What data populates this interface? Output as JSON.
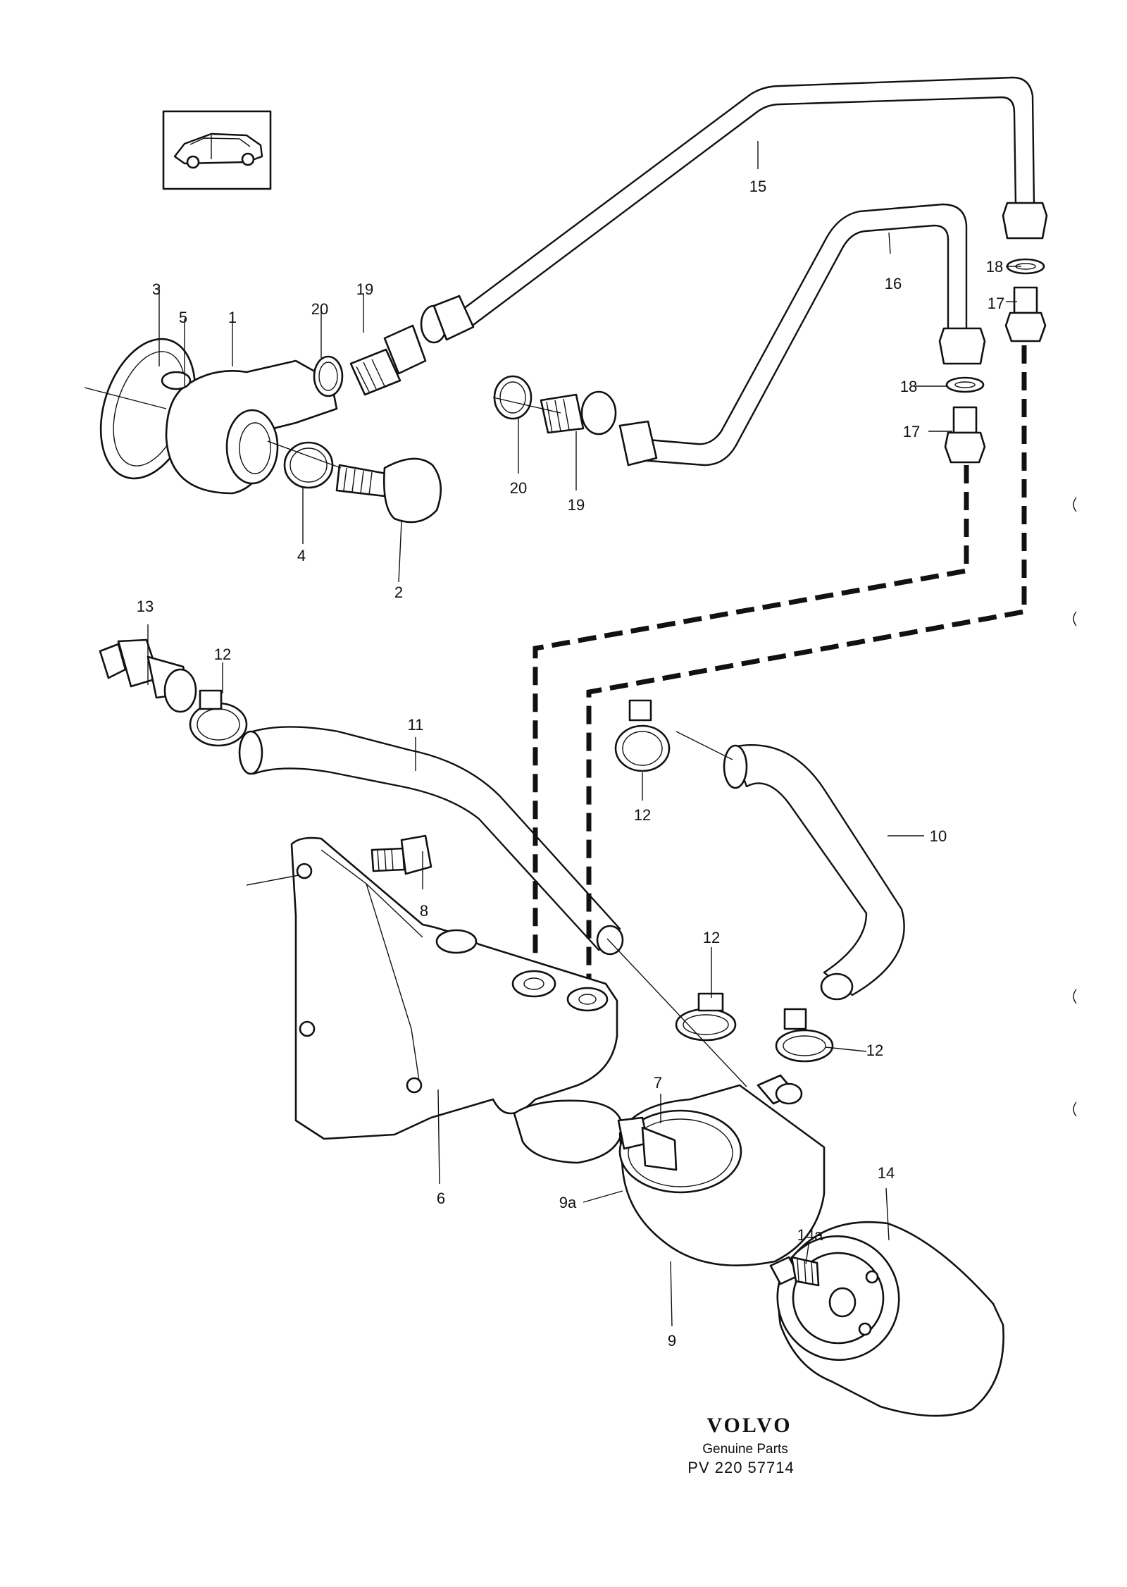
{
  "labels": {
    "l1": "1",
    "l2": "2",
    "l3": "3",
    "l4": "4",
    "l5": "5",
    "l6": "6",
    "l7": "7",
    "l8": "8",
    "l9": "9",
    "l9a": "9a",
    "l10": "10",
    "l11": "11",
    "l12a": "12",
    "l12b": "12",
    "l12c": "12",
    "l12d": "12",
    "l13": "13",
    "l14": "14",
    "l14a": "14a",
    "l15": "15",
    "l16": "16",
    "l17a": "17",
    "l17b": "17",
    "l18a": "18",
    "l18b": "18",
    "l19a": "19",
    "l19b": "19",
    "l20a": "20",
    "l20b": "20"
  },
  "footer": {
    "brand": "VOLVO",
    "subtitle": "Genuine Parts",
    "part_number": "PV 220 57714"
  },
  "icons": [
    "car-thumbnail-icon"
  ]
}
